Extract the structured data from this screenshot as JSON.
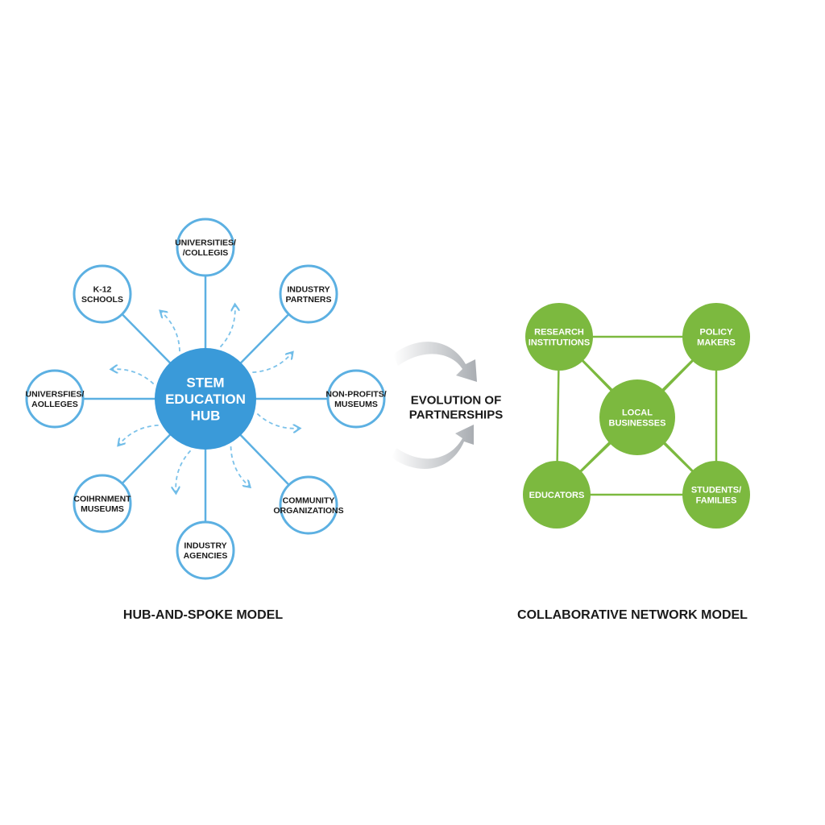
{
  "colors": {
    "hub": "#3a9ad9",
    "spoke": "#5cb0e2",
    "network": "#7cb93f",
    "arrow": "#bfc3c7",
    "text": "#1a1a1a"
  },
  "hub_spoke": {
    "hub": {
      "lines": [
        "STEM",
        "EDUCATION",
        "HUB"
      ]
    },
    "nodes": [
      {
        "lines": [
          "UNIVERSITIES/",
          "/COLLEGIS"
        ]
      },
      {
        "lines": [
          "INDUSTRY",
          "PARTNERS"
        ]
      },
      {
        "lines": [
          "NON-PROFITS/",
          "MUSEUMS"
        ]
      },
      {
        "lines": [
          "COMMUNITY",
          "ORGANIZATIONS"
        ]
      },
      {
        "lines": [
          "INDUSTRY",
          "AGENCIES"
        ]
      },
      {
        "lines": [
          "COIHRNMENT",
          "MUSEUMS"
        ]
      },
      {
        "lines": [
          "UNIVERSFIES/",
          "AOLLEGES"
        ]
      },
      {
        "lines": [
          "K-12",
          "SCHOOLS"
        ]
      }
    ],
    "caption": "HUB-AND-SPOKE MODEL"
  },
  "evolution": {
    "lines": [
      "EVOLUTION OF",
      "PARTNERSHIPS"
    ]
  },
  "network": {
    "nodes": [
      {
        "lines": [
          "RESEARCH",
          "INSTITUTIONS"
        ]
      },
      {
        "lines": [
          "POLICY",
          "MAKERS"
        ]
      },
      {
        "lines": [
          "LOCAL",
          "BUSINESSES"
        ]
      },
      {
        "lines": [
          "EDUCATORS"
        ]
      },
      {
        "lines": [
          "STUDENTS/",
          "FAMILIES"
        ]
      }
    ],
    "caption": "COLLABORATIVE NETWORK MODEL"
  }
}
